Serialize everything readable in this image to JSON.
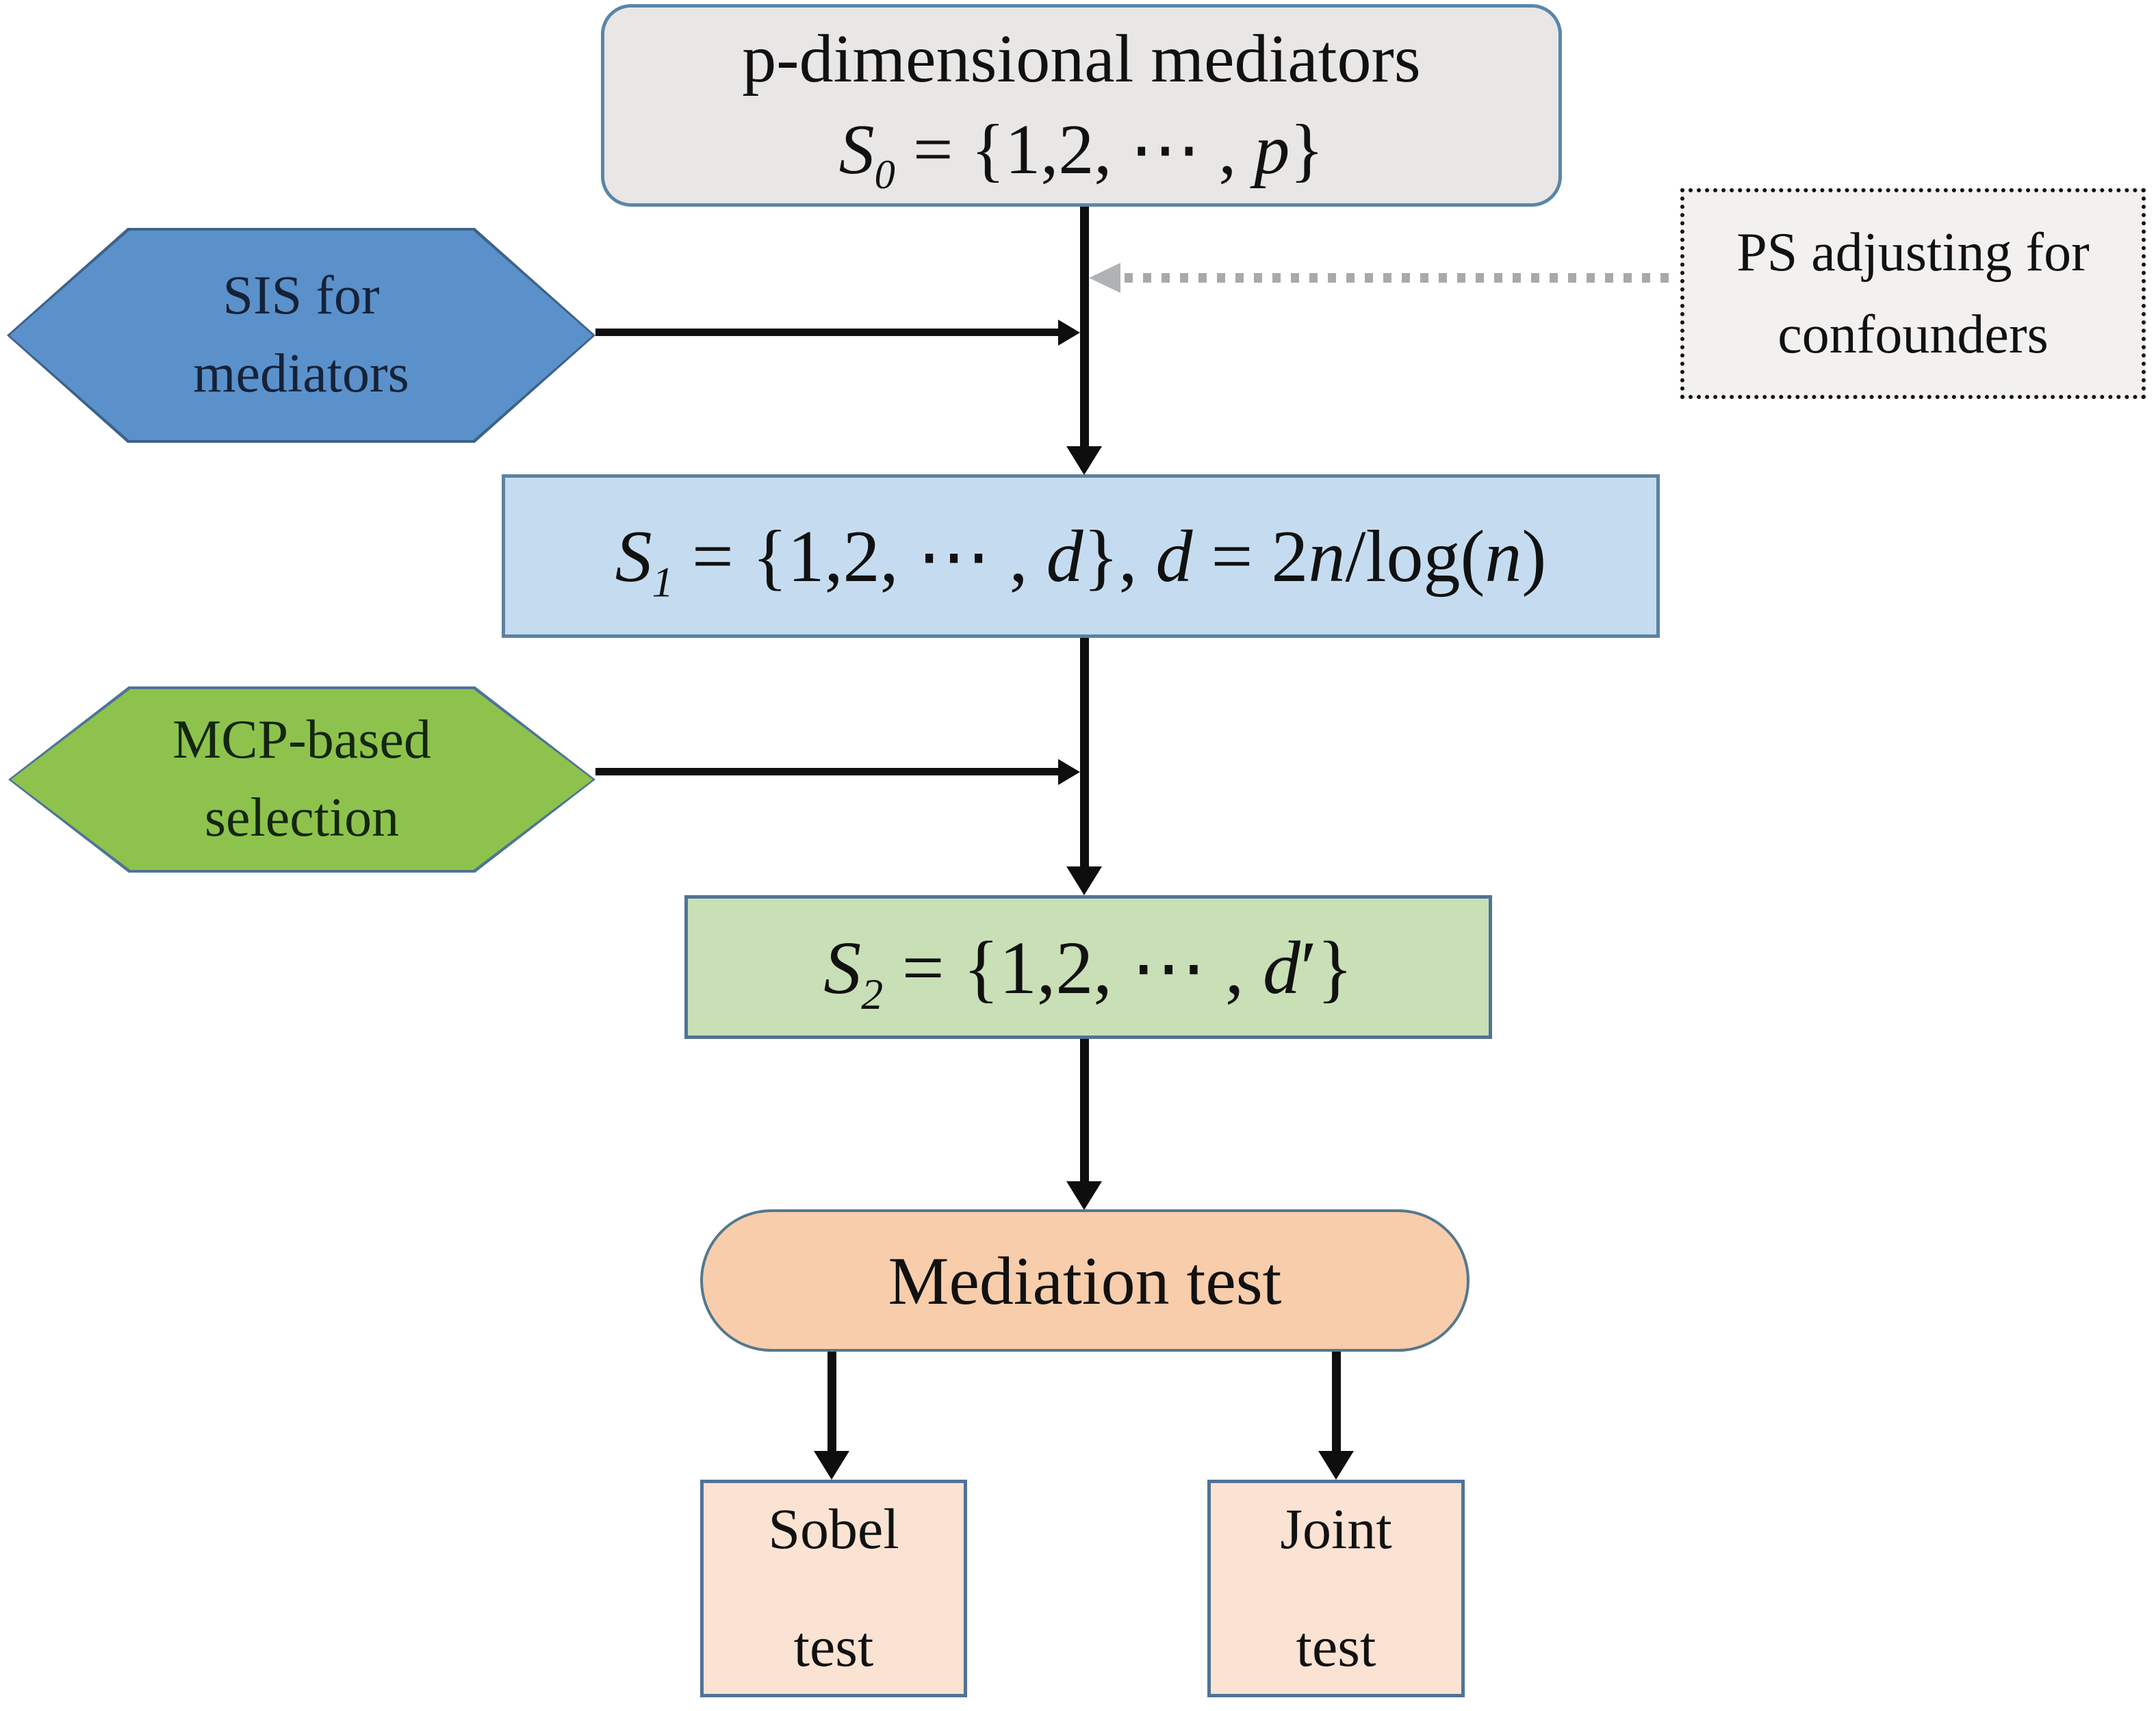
{
  "figure": {
    "type": "flowchart",
    "background": "#ffffff"
  },
  "colors": {
    "s0_fill": "#e8e7e6",
    "s0_border": "#5b86a8",
    "ps_fill": "#f2f1f0",
    "ps_border": "#141414",
    "sis_fill": "#5b91cb",
    "sis_border": "#3e6288",
    "mcp_fill": "#8dc34d",
    "mcp_border": "#4f7396",
    "s1_fill": "#c5dcf0",
    "s1_border": "#5d81a1",
    "s2_fill": "#c9dfb5",
    "s2_border": "#4f7396",
    "mediation_fill": "#f8cdab",
    "mediation_border": "#54788f",
    "leaf_fill": "#fae3d3",
    "leaf_border": "#4f7396",
    "arrow": "#0e0e0e",
    "dotted_arrow": "#a9a9a9"
  },
  "nodes": {
    "p_dimensional": {
      "line1": "p-dimensional mediators",
      "formula": [
        {
          "text": "S",
          "type": "var"
        },
        {
          "text": "0",
          "type": "sub"
        },
        {
          "text": " = {1,2, ⋯ , ",
          "type": "plain"
        },
        {
          "text": "p",
          "type": "var"
        },
        {
          "text": "}",
          "type": "plain"
        }
      ]
    },
    "ps_adjusting": {
      "line1": "PS adjusting for",
      "line2": "confounders"
    },
    "sis": {
      "line1": "SIS for",
      "line2": "mediators"
    },
    "s1": {
      "formula": [
        {
          "text": "S",
          "type": "var"
        },
        {
          "text": "1",
          "type": "sub"
        },
        {
          "text": " = {1,2, ⋯ , ",
          "type": "plain"
        },
        {
          "text": "d",
          "type": "var"
        },
        {
          "text": "}, ",
          "type": "plain"
        },
        {
          "text": "d",
          "type": "var"
        },
        {
          "text": " = 2",
          "type": "plain"
        },
        {
          "text": "n",
          "type": "var"
        },
        {
          "text": "/log(",
          "type": "plain"
        },
        {
          "text": "n",
          "type": "var"
        },
        {
          "text": ")",
          "type": "plain"
        }
      ]
    },
    "mcp": {
      "line1": "MCP-based",
      "line2": "selection"
    },
    "s2": {
      "formula": [
        {
          "text": "S",
          "type": "var"
        },
        {
          "text": "2",
          "type": "sub"
        },
        {
          "text": " = {1,2, ⋯ , ",
          "type": "plain"
        },
        {
          "text": "d",
          "type": "var"
        },
        {
          "text": "′}",
          "type": "plain"
        }
      ]
    },
    "mediation": {
      "label": "Mediation test"
    },
    "sobel": {
      "line1": "Sobel",
      "line2": "test"
    },
    "joint": {
      "line1": "Joint",
      "line2": "test"
    }
  }
}
